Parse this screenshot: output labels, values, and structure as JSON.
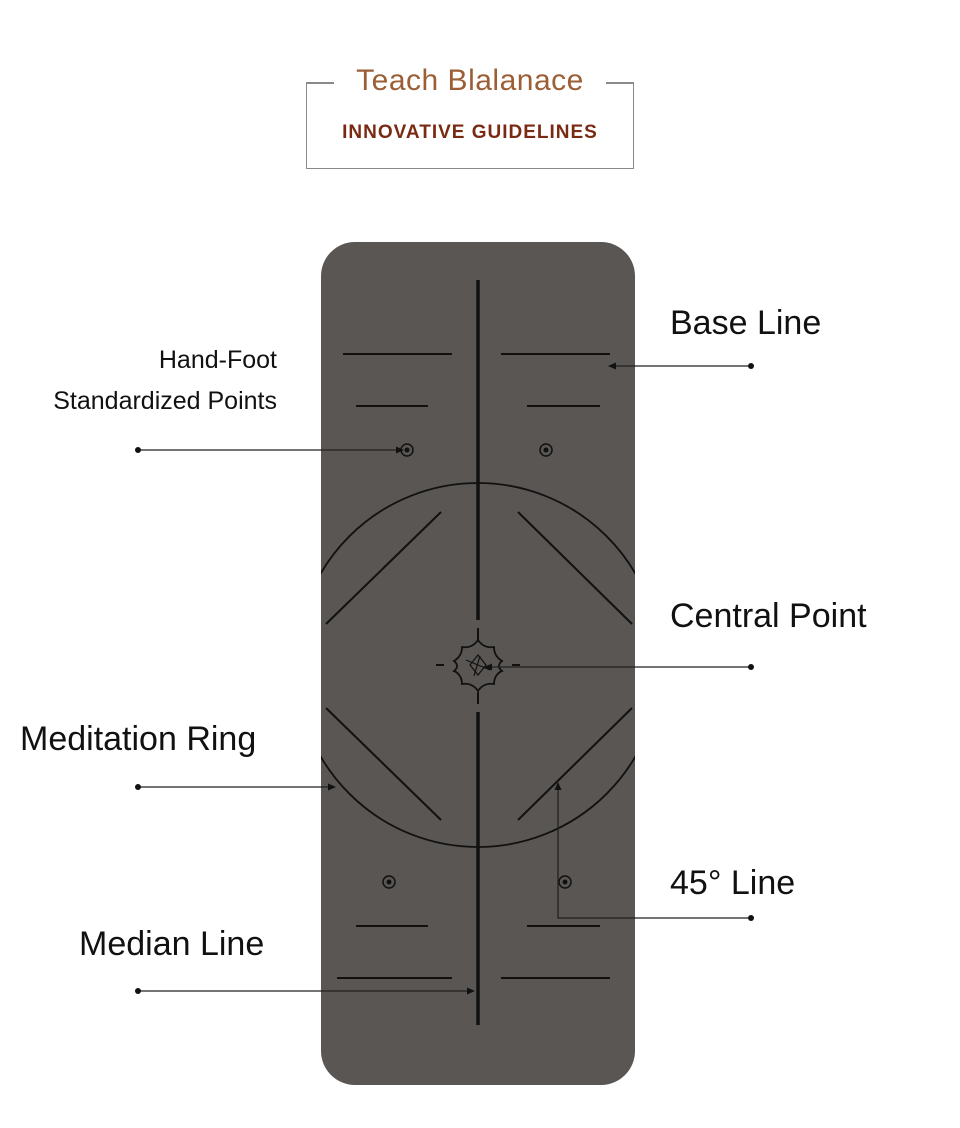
{
  "header": {
    "title": "Teach Blalanace",
    "subtitle": "INNOVATIVE GUIDELINES"
  },
  "labels": {
    "hand_foot_line1": "Hand-Foot",
    "hand_foot_line2": "Standardized Points",
    "base_line": "Base Line",
    "central_point": "Central Point",
    "meditation_ring": "Meditation Ring",
    "line_45": "45° Line",
    "median_line": "Median Line"
  },
  "colors": {
    "mat": "#595654",
    "mat_lines": "#111111",
    "title": "#9b5e35",
    "subtitle": "#7a2a12"
  }
}
